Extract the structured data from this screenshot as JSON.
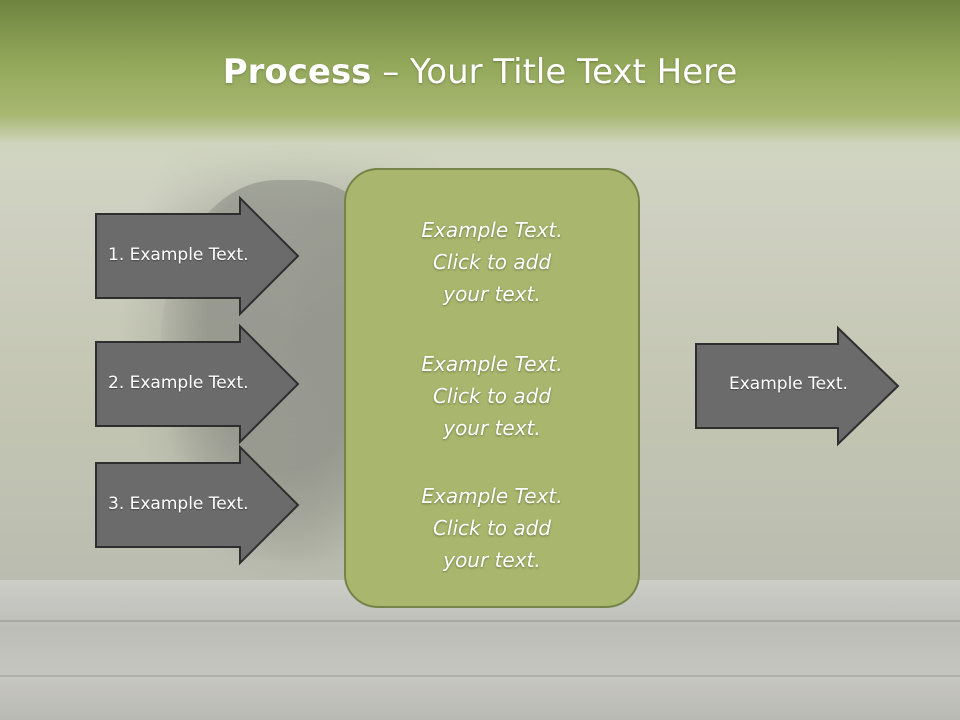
{
  "title": {
    "bold": "Process",
    "rest": " – Your Title Text Here"
  },
  "steps": [
    {
      "label": "1. Example Text."
    },
    {
      "label": "2. Example Text."
    },
    {
      "label": "3. Example Text."
    }
  ],
  "panel": {
    "blocks": [
      {
        "line1": "Example Text.",
        "line2": "Click  to add",
        "line3": "your text."
      },
      {
        "line1": "Example Text.",
        "line2": "Click  to add",
        "line3": "your text."
      },
      {
        "line1": "Example Text.",
        "line2": "Click  to add",
        "line3": "your text."
      }
    ]
  },
  "output": {
    "label": "Example Text."
  },
  "colors": {
    "arrow_fill": "#6b6b6b",
    "panel_fill": "#a9b66d",
    "panel_border": "#748448",
    "header": "#8aa04f"
  }
}
